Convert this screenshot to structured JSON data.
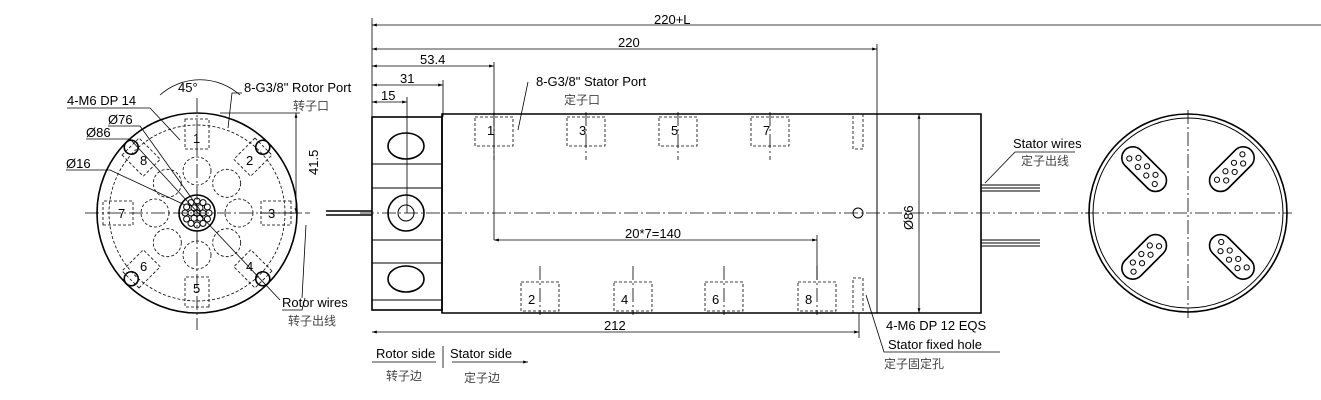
{
  "left_view": {
    "angle": "45°",
    "rotor_port": "8-G3/8\" Rotor Port",
    "rotor_port_cn": "转子口",
    "mount_holes": "4-M6 DP 14",
    "dia_76": "Ø76",
    "dia_86": "Ø86",
    "dia_16": "Ø16",
    "height_41_5": "41.5",
    "rotor_wires": "Rotor wires",
    "rotor_wires_cn": "转子出线",
    "port_numbers": [
      "1",
      "2",
      "3",
      "4",
      "5",
      "6",
      "7",
      "8"
    ]
  },
  "side_view": {
    "dim_total": "220+L",
    "dim_220": "220",
    "dim_53_4": "53.4",
    "dim_31": "31",
    "dim_15": "15",
    "dim_pitch": "20*7=140",
    "dim_212": "212",
    "dim_dia86": "Ø86",
    "stator_port": "8-G3/8\" Stator Port",
    "stator_port_cn": "定子口",
    "top_ports": [
      "1",
      "3",
      "5",
      "7"
    ],
    "bottom_ports": [
      "2",
      "4",
      "6",
      "8"
    ],
    "fixed_hole_spec": "4-M6 DP 12 EQS",
    "fixed_hole": "Stator fixed hole",
    "fixed_hole_cn": "定子固定孔",
    "rotor_side": "Rotor side",
    "rotor_side_cn": "转子边",
    "stator_side": "Stator side",
    "stator_side_cn": "定子边",
    "stator_wires": "Stator wires",
    "stator_wires_cn": "定子出线"
  }
}
